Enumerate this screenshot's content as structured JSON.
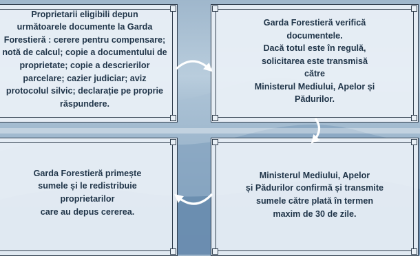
{
  "steps": [
    {
      "text": "Proprietarii eligibili depun\nurmătoarele documente la Garda\nForestieră : cerere pentru compensare;\nnotă de calcul; copie a documentului de\nproprietate; copie a descrierilor\nparcelare; cazier judiciar; aviz\nprotocolul silvic; declarație pe proprie\nrăspundere."
    },
    {
      "text": "Garda Forestieră verifică\ndocumentele.\nDacă totul este în regulă,\nsolicitarea este transmisă\ncătre\nMinisterul Mediului, Apelor și\nPădurilor."
    },
    {
      "text": "Garda Forestieră primește\nsumele și le redistribuie\nproprietarilor\ncare au depus cererea."
    },
    {
      "text": "Ministerul Mediului, Apelor\nși Pădurilor confirmă și transmite\nsumele către plată în termen\nmaxim de 30 de zile."
    }
  ]
}
